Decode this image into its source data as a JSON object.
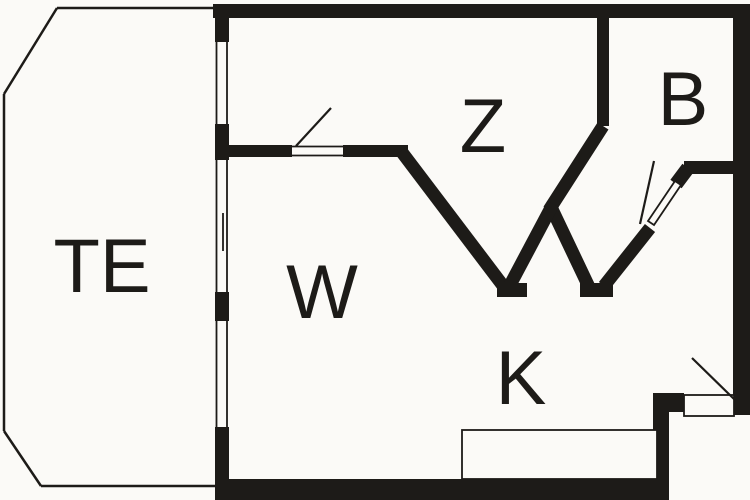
{
  "colors": {
    "background": "#fbfaf7",
    "wall": "#1d1b18",
    "label": "#1d1b18"
  },
  "rooms": [
    {
      "id": "terrace",
      "label": "TE"
    },
    {
      "id": "bedroom-z",
      "label": "Z"
    },
    {
      "id": "bathroom-b",
      "label": "B"
    },
    {
      "id": "living-w",
      "label": "W"
    },
    {
      "id": "kitchen-k",
      "label": "K"
    }
  ]
}
